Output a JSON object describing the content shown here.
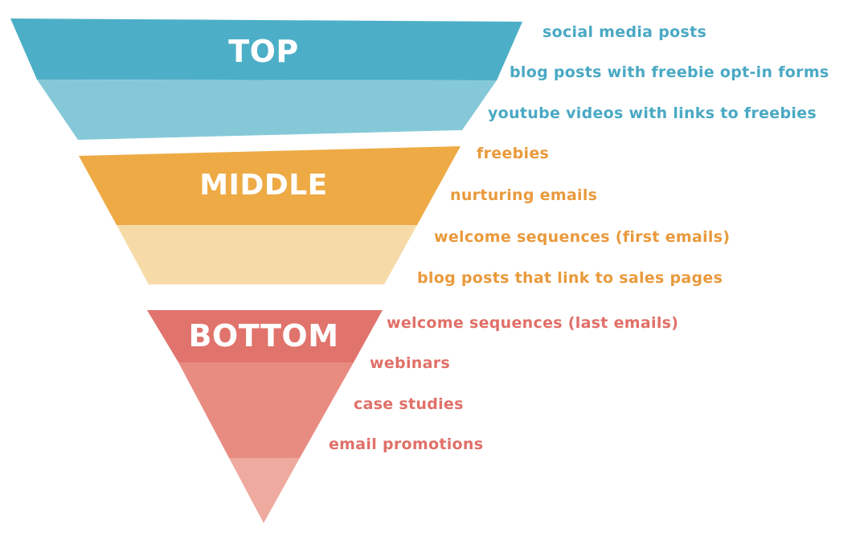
{
  "colors": {
    "top_dark": "#4cafc7",
    "top_light": "#85c9d8",
    "middle_dark": "#eeaa44",
    "middle_light": "#f6dba8",
    "bottom_dark": "#e0736c",
    "bottom_mid": "#e88c82",
    "bottom_light": "#eeaa9e",
    "top_text": "#4aa9c4",
    "middle_text": "#e99a3c",
    "bottom_text": "#e07068"
  },
  "stages": [
    {
      "label": "TOP",
      "items": [
        "social media posts",
        "blog posts with freebie opt-in forms",
        "youtube videos with links to freebies"
      ]
    },
    {
      "label": "MIDDLE",
      "items": [
        "freebies",
        "nurturing emails",
        "welcome sequences (first emails)",
        "blog posts that link to sales pages"
      ]
    },
    {
      "label": "BOTTOM",
      "items": [
        "welcome sequences (last emails)",
        "webinars",
        "case studies",
        "email promotions"
      ]
    }
  ]
}
